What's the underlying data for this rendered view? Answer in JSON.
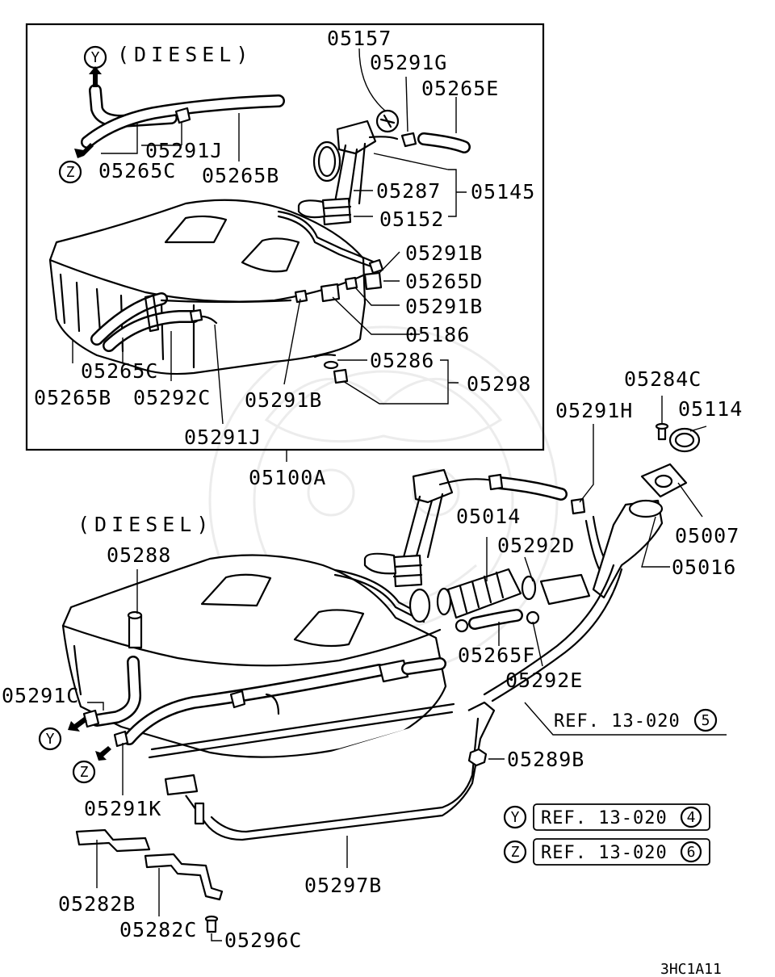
{
  "watermark": "watermark-emblem",
  "inset": {
    "variant_label": "(DIESEL)",
    "assembly_label": "05100A",
    "parts": {
      "p05157": "05157",
      "p05291G": "05291G",
      "p05265E": "05265E",
      "p05291J_top": "05291J",
      "p05265C_top": "05265C",
      "p05265B_top": "05265B",
      "p05287": "05287",
      "p05145": "05145",
      "p05152": "05152",
      "p05291B_a": "05291B",
      "p05265D": "05265D",
      "p05291B_b": "05291B",
      "p05186": "05186",
      "p05286": "05286",
      "p05298": "05298",
      "p05265C_bot": "05265C",
      "p05265B_bot": "05265B",
      "p05292C": "05292C",
      "p05291B_c": "05291B",
      "p05291J_bot": "05291J"
    },
    "markers": {
      "y": "Y",
      "z": "Z"
    }
  },
  "main": {
    "variant_label": "(DIESEL)",
    "parts": {
      "p05288": "05288",
      "p05291C": "05291C",
      "p05291K": "05291K",
      "p05014": "05014",
      "p05292D": "05292D",
      "p05291H": "05291H",
      "p05284C": "05284C",
      "p05114": "05114",
      "p05007": "05007",
      "p05016": "05016",
      "p05265F": "05265F",
      "p05292E": "05292E",
      "p05289B": "05289B",
      "p05297B": "05297B",
      "p05282B": "05282B",
      "p05282C": "05282C",
      "p05296C": "05296C"
    },
    "markers": {
      "y": "Y",
      "z": "Z"
    },
    "ref_line": {
      "text": "REF. 13-020",
      "num": "5"
    }
  },
  "ref_legend": [
    {
      "marker": "Y",
      "text": "REF. 13-020",
      "num": "4"
    },
    {
      "marker": "Z",
      "text": "REF. 13-020",
      "num": "6"
    }
  ],
  "diagram_code": "3HC1A11"
}
